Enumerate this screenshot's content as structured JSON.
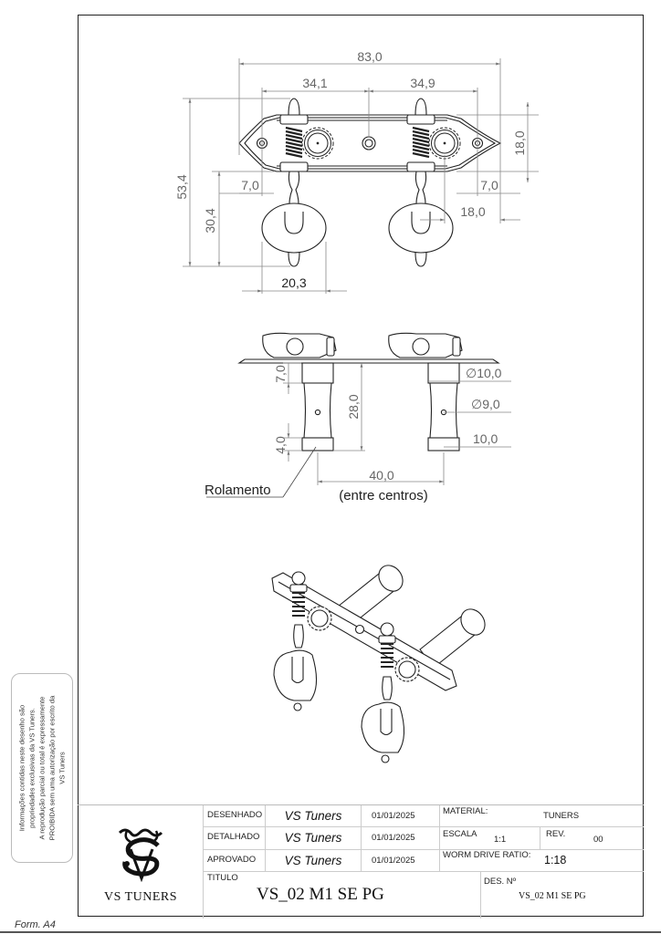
{
  "sheet": {
    "format_label": "Form. A4"
  },
  "notice": {
    "lines": [
      "Informações contidas neste desenho são",
      "propriedades exclusivas da VS Tuners.",
      "A reprodução parcial ou total é expressamente",
      "PROIBIDA sem uma autorização por escrito da",
      "VS Tuners"
    ]
  },
  "top_view": {
    "dimensions": {
      "overall_width": "83,0",
      "left_spacing": "34,1",
      "right_spacing": "34,9",
      "plate_height": "18,0",
      "overall_height": "53,4",
      "knob_height": "30,4",
      "left_offset": "7,0",
      "right_offset": "7,0",
      "right_shaft_offset": "18,0",
      "knob_width": "20,3"
    }
  },
  "side_view": {
    "dimensions": {
      "collar_height": "7,0",
      "roller_length": "28,0",
      "bearing_height": "4,0",
      "diameter_collar": "∅10,0",
      "diameter_roller": "∅9,0",
      "bearing_width": "10,0",
      "center_distance": "40,0",
      "center_distance_note": "(entre centros)"
    },
    "callout": "Rolamento"
  },
  "title_block": {
    "logo_text": "VS TUNERS",
    "rows": [
      {
        "label": "DESENHADO",
        "name": "VS Tuners",
        "date": "01/01/2025"
      },
      {
        "label": "DETALHADO",
        "name": "VS Tuners",
        "date": "01/01/2025"
      },
      {
        "label": "APROVADO",
        "name": "VS Tuners",
        "date": "01/01/2025"
      }
    ],
    "material_label": "MATERIAL:",
    "material_value": "TUNERS",
    "scale_label": "ESCALA",
    "scale_value": "1:1",
    "rev_label": "REV.",
    "rev_value": "00",
    "ratio_label": "WORM DRIVE RATIO:",
    "ratio_value": "1:18",
    "title_label": "TITULO",
    "title_value": "VS_02 M1 SE PG",
    "drawing_no_label": "DES. Nº",
    "drawing_no_value": "VS_02 M1 SE PG"
  }
}
